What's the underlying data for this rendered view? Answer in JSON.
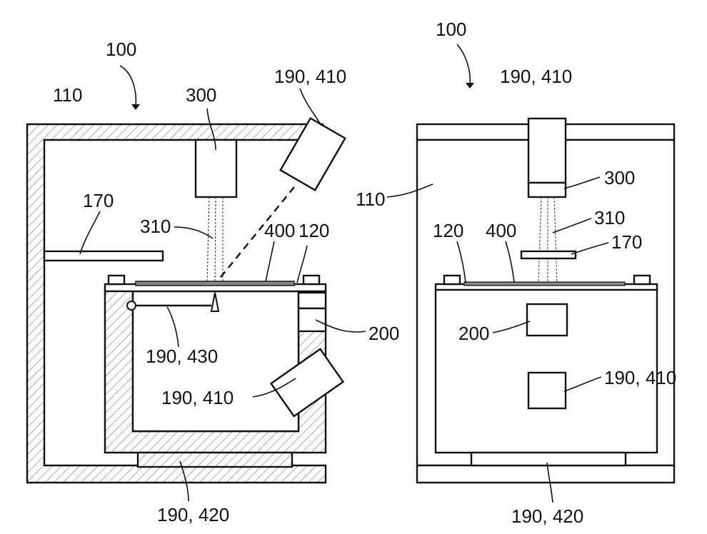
{
  "left_view": {
    "labels": {
      "device": "100",
      "housing": "110",
      "sensor_top": "300",
      "camera_top": "190, 410",
      "shelf": "170",
      "beam": "310",
      "substrate": "400",
      "carrier": "120",
      "controller": "200",
      "probe": "190, 430",
      "camera_bottom": "190, 410",
      "base_sensor": "190, 420"
    }
  },
  "right_view": {
    "labels": {
      "device": "100",
      "camera_top": "190, 410",
      "housing": "110",
      "sensor_top": "300",
      "beam": "310",
      "carrier": "120",
      "substrate": "400",
      "shelf": "170",
      "controller": "200",
      "camera_inner": "190, 410",
      "base_sensor": "190, 420"
    }
  }
}
